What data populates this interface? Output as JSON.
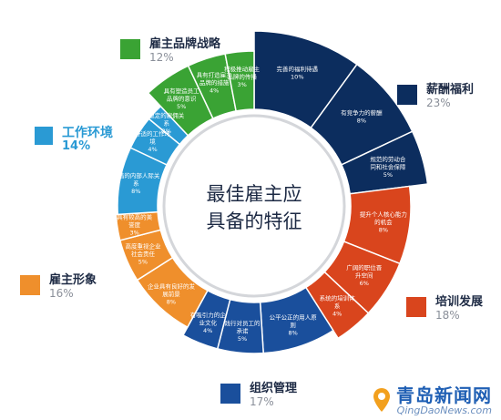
{
  "center_title": [
    "最佳雇主应",
    "具备的特征"
  ],
  "watermark": {
    "brand": "青岛新闻网",
    "url": "QingDaoNews.com"
  },
  "categories": [
    {
      "id": "brand",
      "name": "雇主品牌战略",
      "pct": "12%",
      "color": "#3aa334"
    },
    {
      "id": "salary",
      "name": "薪酬福利",
      "pct": "23%",
      "color": "#0c2d5e"
    },
    {
      "id": "training",
      "name": "培训发展",
      "pct": "18%",
      "color": "#d9451d"
    },
    {
      "id": "org",
      "name": "组织管理",
      "pct": "17%",
      "color": "#1a4f9c"
    },
    {
      "id": "image",
      "name": "雇主形象",
      "pct": "16%",
      "color": "#ef8f2c"
    },
    {
      "id": "env",
      "name": "工作环境",
      "pct": "14%",
      "color": "#2a9ad4"
    }
  ],
  "chart_data": {
    "type": "pie",
    "title": "最佳雇主应具备的特征",
    "categories": [
      "雇主品牌战略",
      "薪酬福利",
      "培训发展",
      "组织管理",
      "雇主形象",
      "工作环境"
    ],
    "category_values": [
      12,
      23,
      18,
      17,
      16,
      14
    ],
    "segments": [
      {
        "label": "完善的福利待遇",
        "value": 10,
        "pct": "10%",
        "category": "薪酬福利",
        "color": "#0c2d5e"
      },
      {
        "label": "有竞争力的薪酬",
        "value": 8,
        "pct": "8%",
        "category": "薪酬福利",
        "color": "#0c2d5e"
      },
      {
        "label": "规范的劳动合同和社会保障",
        "value": 5,
        "pct": "5%",
        "category": "薪酬福利",
        "color": "#0c2d5e"
      },
      {
        "label": "提升个人核心能力的机会",
        "value": 8,
        "pct": "8%",
        "category": "培训发展",
        "color": "#d9451d"
      },
      {
        "label": "广阔的职位晋升空间",
        "value": 6,
        "pct": "6%",
        "category": "培训发展",
        "color": "#d9451d"
      },
      {
        "label": "系统的培训体系",
        "value": 4,
        "pct": "4%",
        "category": "培训发展",
        "color": "#d9451d"
      },
      {
        "label": "公平公正的用人原则",
        "value": 8,
        "pct": "8%",
        "category": "组织管理",
        "color": "#1a4f9c"
      },
      {
        "label": "践行对员工的承诺",
        "value": 5,
        "pct": "5%",
        "category": "组织管理",
        "color": "#1a4f9c"
      },
      {
        "label": "有吸引力的企业文化",
        "value": 4,
        "pct": "4%",
        "category": "组织管理",
        "color": "#1a4f9c"
      },
      {
        "label": "企业具有良好的发展前景",
        "value": 8,
        "pct": "8%",
        "category": "雇主形象",
        "color": "#ef8f2c"
      },
      {
        "label": "高度重视企业社会责任",
        "value": 5,
        "pct": "5%",
        "category": "雇主形象",
        "color": "#ef8f2c"
      },
      {
        "label": "具有较高的美誉度",
        "value": 3,
        "pct": "3%",
        "category": "雇主形象",
        "color": "#ef8f2c"
      },
      {
        "label": "和谐的内部人际关系",
        "value": 8,
        "pct": "8%",
        "category": "工作环境",
        "color": "#2a9ad4"
      },
      {
        "label": "舒适的工作环境",
        "value": 4,
        "pct": "4%",
        "category": "工作环境",
        "color": "#2a9ad4"
      },
      {
        "label": "稳定的雇佣关系",
        "value": 2,
        "pct": "2%",
        "category": "工作环境",
        "color": "#2a9ad4"
      },
      {
        "label": "具有塑造员工品牌的意识",
        "value": 5,
        "pct": "5%",
        "category": "雇主品牌战略",
        "color": "#3aa334"
      },
      {
        "label": "具有打造雇主品牌的措施",
        "value": 4,
        "pct": "4%",
        "category": "雇主品牌战略",
        "color": "#3aa334"
      },
      {
        "label": "积极推动雇主品牌的传播",
        "value": 3,
        "pct": "3%",
        "category": "雇主品牌战略",
        "color": "#3aa334"
      }
    ]
  }
}
